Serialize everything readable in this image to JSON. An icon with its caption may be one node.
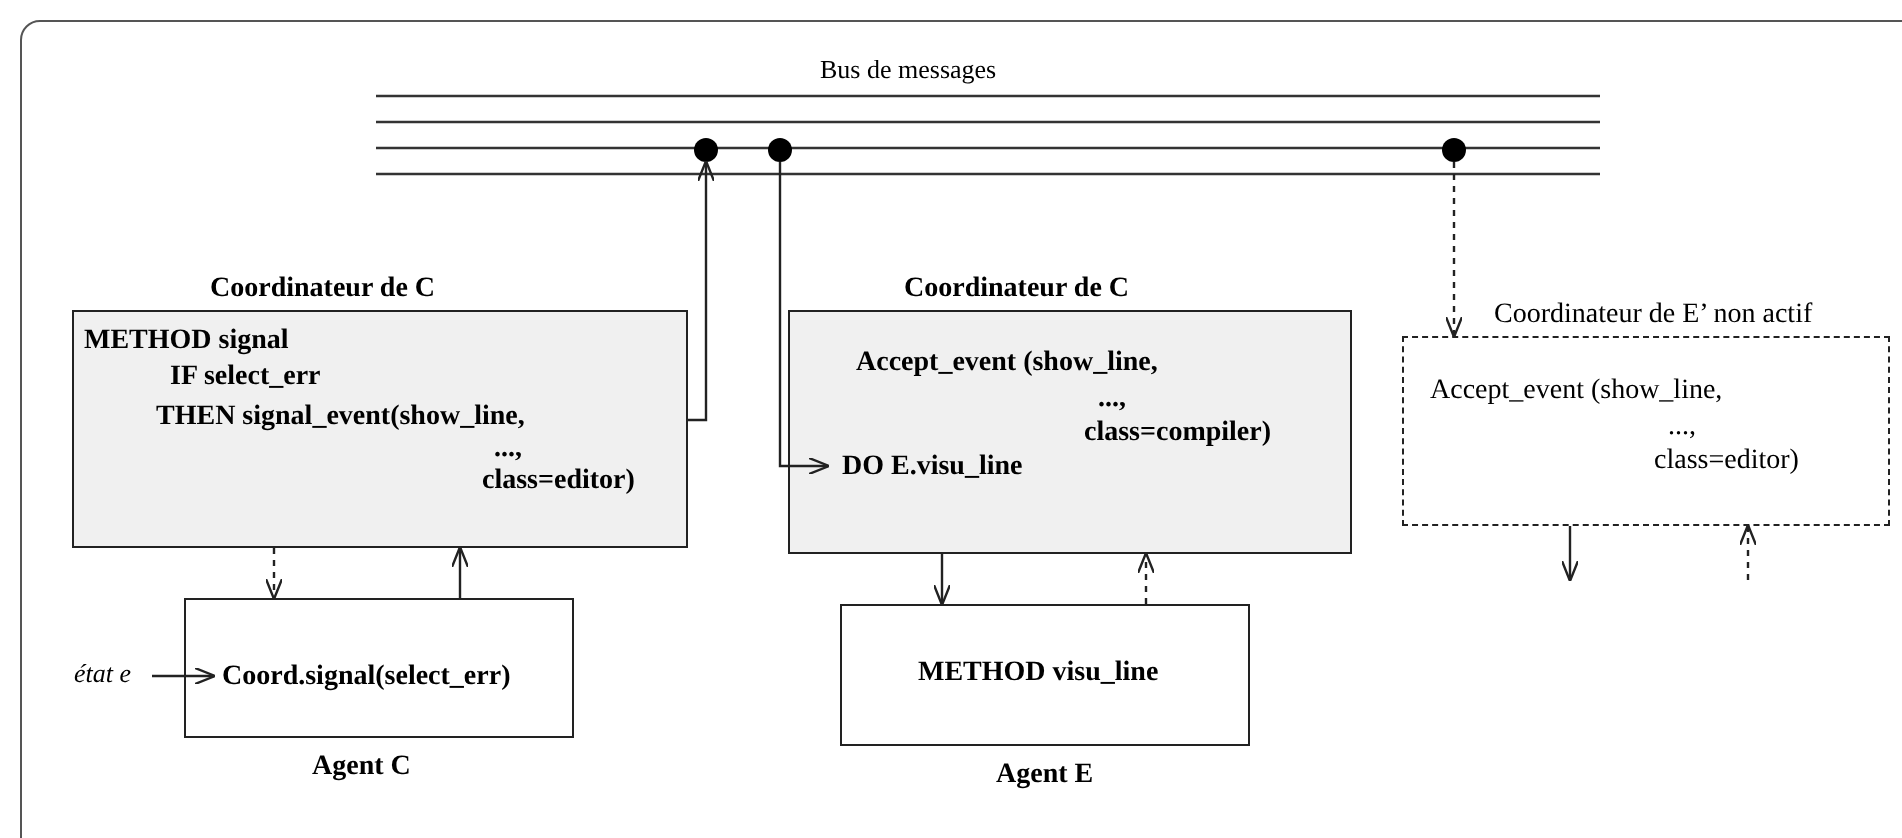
{
  "diagram": {
    "nodes": [
      {
        "text": [
          "Bus de messages"
        ]
      },
      {
        "text": [
          "Coordinateur de C",
          "METHOD signal",
          "IF select_err",
          "THEN signal_event(show_line,",
          "...,",
          "class=editor)"
        ]
      },
      {
        "text": [
          "Coord.signal(select_err)",
          "Agent C"
        ]
      },
      {
        "text": [
          "état e"
        ]
      },
      {
        "text": [
          "Coordinateur de C",
          "Accept_event (show_line,",
          "...,",
          "class=compiler)",
          "DO E.visu_line"
        ]
      },
      {
        "text": [
          "METHOD visu_line",
          "Agent E"
        ]
      },
      {
        "text": [
          "Coordinateur de E’ non actif",
          "Accept_event (show_line,",
          "...,",
          "class=editor)"
        ]
      },
      {
        "text": [],
        "shape": "circle",
        "in": 0
      },
      {
        "text": [],
        "shape": "circle",
        "in": 0
      },
      {
        "text": [],
        "shape": "circle",
        "in": 0
      }
    ],
    "edges": [
      {
        "from": 1,
        "to": 7,
        "arrow": "to"
      },
      {
        "from": 8,
        "to": 4,
        "arrow": "to"
      },
      {
        "from": 9,
        "to": 6,
        "arrow": "to",
        "style": "dashed"
      },
      {
        "from": 1,
        "to": 2,
        "arrow": "to",
        "style": "dashed"
      },
      {
        "from": 2,
        "to": 1,
        "arrow": "to"
      },
      {
        "from": 3,
        "to": 2,
        "arrow": "to"
      },
      {
        "from": 4,
        "to": 5,
        "arrow": "to"
      },
      {
        "from": 5,
        "to": 4,
        "arrow": "to",
        "style": "dashed"
      },
      {
        "from": 6,
        "to": null,
        "arrow": "to"
      },
      {
        "from": null,
        "to": 6,
        "arrow": "to",
        "style": "dashed"
      }
    ]
  }
}
